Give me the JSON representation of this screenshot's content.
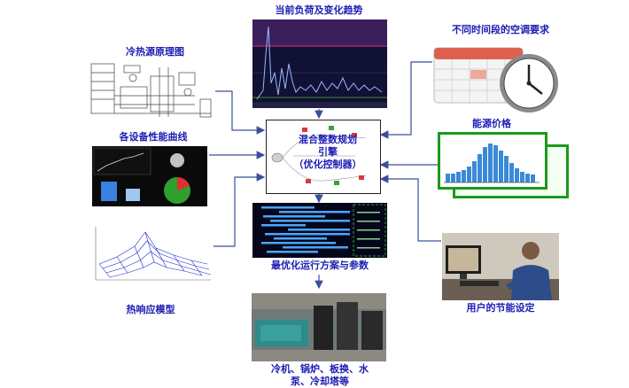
{
  "labels": {
    "load_trend": "当前负荷及变化趋势",
    "schematic": "冷热源原理图",
    "ac_requirements": "不同时间段的空调要求",
    "performance": "各设备性能曲线",
    "energy_price": "能源价格",
    "thermal_model": "热响应模型",
    "optimal_plan": "最优化运行方案与参数",
    "user_settings": "用户的节能设定",
    "equipment_line1": "冷机、锅炉、板换、水",
    "equipment_line2": "泵、冷却塔等"
  },
  "core": {
    "line1": "混合整数规划",
    "line2": "引擎",
    "line3": "（优化控制器）"
  },
  "colors": {
    "label": "#1c1cb4",
    "arrow": "#3a4f9a",
    "price_border": "#1a9a1a",
    "price_bars": "#3a8ad8"
  },
  "icons": {
    "calendar_clock": "calendar-clock-icon"
  }
}
